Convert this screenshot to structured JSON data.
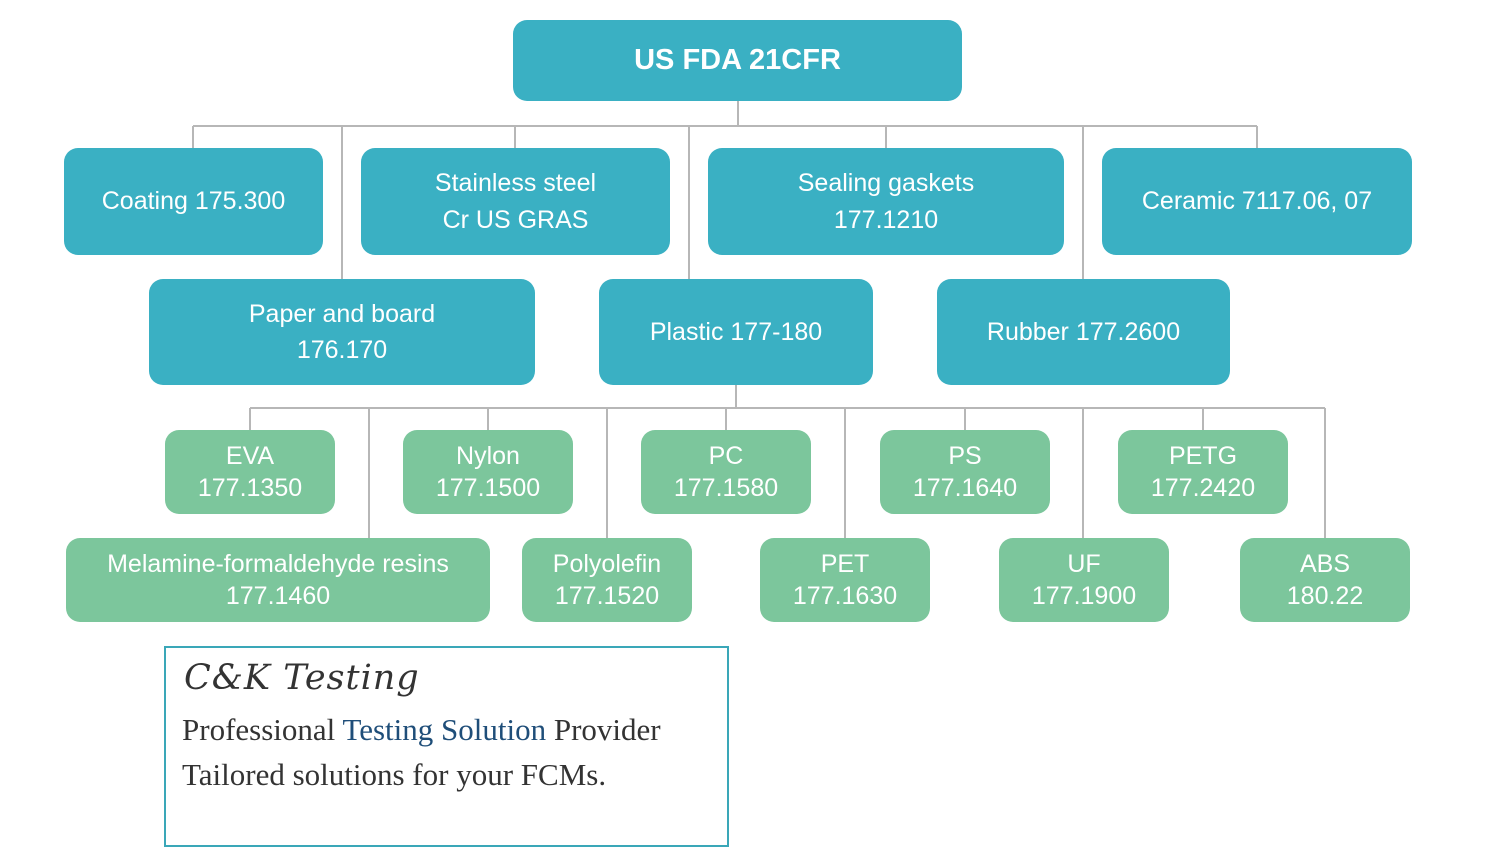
{
  "root": {
    "label": "US FDA 21CFR"
  },
  "categories": [
    {
      "line1": "Coating 175.300",
      "line2": ""
    },
    {
      "line1": "Stainless steel",
      "line2": "Cr US GRAS"
    },
    {
      "line1": "Sealing gaskets",
      "line2": "177.1210"
    },
    {
      "line1": "Ceramic 7117.06, 07",
      "line2": ""
    },
    {
      "line1": "Paper and board",
      "line2": "176.170"
    },
    {
      "line1": "Plastic 177-180",
      "line2": ""
    },
    {
      "line1": "Rubber 177.2600",
      "line2": ""
    }
  ],
  "plastics": [
    {
      "name": "EVA",
      "code": "177.1350"
    },
    {
      "name": "Nylon",
      "code": "177.1500"
    },
    {
      "name": "PC",
      "code": "177.1580"
    },
    {
      "name": "PS",
      "code": "177.1640"
    },
    {
      "name": "PETG",
      "code": "177.2420"
    },
    {
      "name": "Melamine-formaldehyde resins",
      "code": "177.1460"
    },
    {
      "name": "Polyolefin",
      "code": "177.1520"
    },
    {
      "name": "PET",
      "code": "177.1630"
    },
    {
      "name": "UF",
      "code": "177.1900"
    },
    {
      "name": "ABS",
      "code": "180.22"
    }
  ],
  "info": {
    "brand": "C&K Testing",
    "line1_pre": "Professional ",
    "line1_highlight": "Testing Solution",
    "line1_post": " Provider",
    "line2": "Tailored solutions for your FCMs."
  },
  "colors": {
    "category_box": "#3ab0c3",
    "plastic_box": "#7cc69c",
    "connector": "#b7b7b7",
    "info_border": "#3aa7b8",
    "highlight_text": "#1f4e79"
  }
}
